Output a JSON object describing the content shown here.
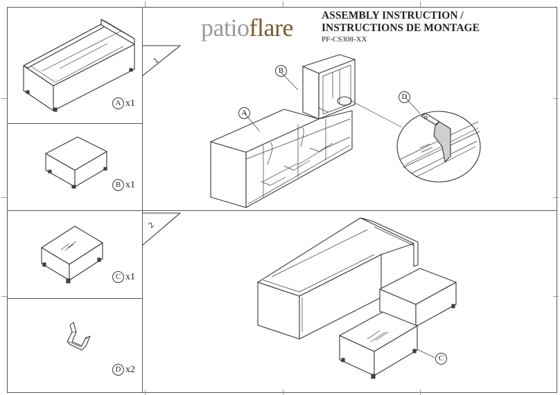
{
  "brand": {
    "part1": "patio",
    "part2": "flare"
  },
  "header": {
    "title_line1": "ASSEMBLY INSTRUCTION /",
    "title_line2": "INSTRUCTIONS DE MONTAGE",
    "model_code": "PF-CS308-XX"
  },
  "parts": [
    {
      "letter": "A",
      "qty": "x1"
    },
    {
      "letter": "B",
      "qty": "x1"
    },
    {
      "letter": "C",
      "qty": "x1"
    },
    {
      "letter": "D",
      "qty": "x2"
    }
  ],
  "steps": [
    {
      "number": "1",
      "callouts": [
        "A",
        "B",
        "D"
      ]
    },
    {
      "number": "2",
      "callouts": [
        "C"
      ]
    }
  ],
  "colors": {
    "line": "#333333",
    "brand_gray": "#9a9a9a",
    "brand_brown": "#7a5a2c"
  }
}
